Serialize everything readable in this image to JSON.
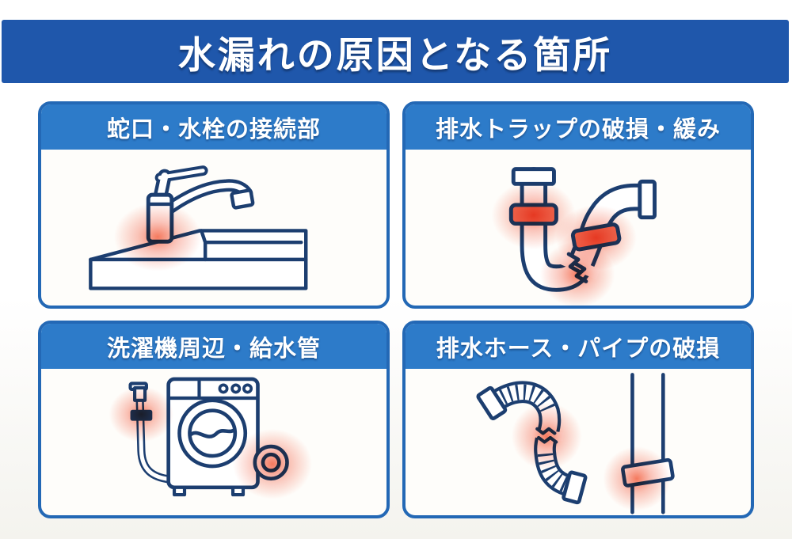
{
  "header": {
    "title": "水漏れの原因となる箇所"
  },
  "colors": {
    "header_bg": "#1f57ab",
    "panel_border": "#2368b5",
    "panel_title_bg": "#2d7bc9",
    "panel_bg": "#fefdfa",
    "line_art": "#1c3e70",
    "coupling_fill": "#f0765c",
    "leak_glow": "#f25835"
  },
  "panels": [
    {
      "title": "蛇口・水栓の接続部",
      "illustration": "faucet-on-sink-counter",
      "leak_points": [
        "faucet-base-connection"
      ]
    },
    {
      "title": "排水トラップの破損・緩み",
      "illustration": "p-trap-drain-pipe",
      "leak_points": [
        "upper-coupling-nut",
        "lower-coupling-nut",
        "u-bend-crack"
      ]
    },
    {
      "title": "洗濯機周辺・給水管",
      "illustration": "washing-machine-with-hoses",
      "leak_points": [
        "supply-hose-coupling",
        "drain-hose-coil"
      ]
    },
    {
      "title": "排水ホース・パイプの破損",
      "illustration": "corrugated-drain-hose-and-pipe",
      "leak_points": [
        "corrugated-hose-crack",
        "pipe-joint-band"
      ]
    }
  ]
}
